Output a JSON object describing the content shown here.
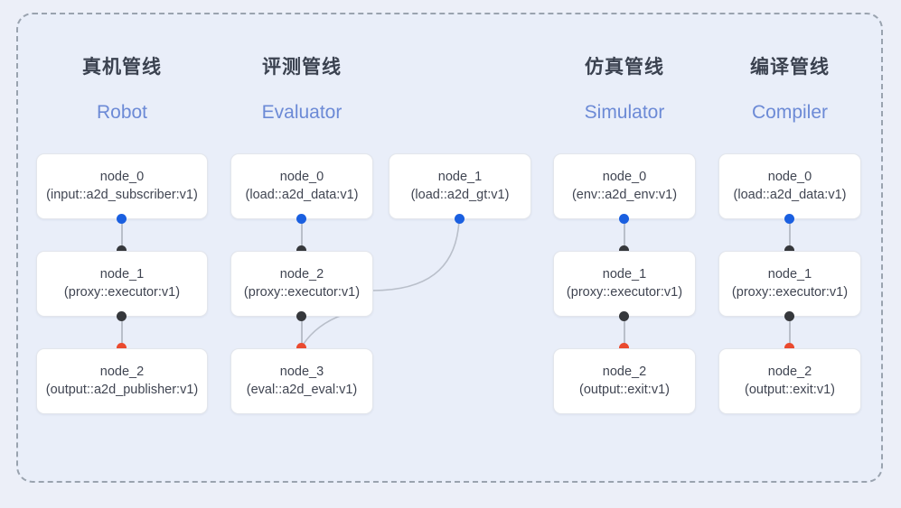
{
  "diagram": {
    "type": "pipeline-graph",
    "columns": [
      {
        "id": "robot",
        "title_cn": "真机管线",
        "title_en": "Robot",
        "nodes": [
          {
            "name": "node_0",
            "spec": "(input::a2d_subscriber:v1)"
          },
          {
            "name": "node_1",
            "spec": "(proxy::executor:v1)"
          },
          {
            "name": "node_2",
            "spec": "(output::a2d_publisher:v1)"
          }
        ]
      },
      {
        "id": "evaluator",
        "title_cn": "评测管线",
        "title_en": "Evaluator",
        "nodes": [
          {
            "name": "node_0",
            "spec": "(load::a2d_data:v1)"
          },
          {
            "name": "node_2",
            "spec": "(proxy::executor:v1)"
          },
          {
            "name": "node_3",
            "spec": "(eval::a2d_eval:v1)"
          }
        ],
        "side_nodes": [
          {
            "name": "node_1",
            "spec": "(load::a2d_gt:v1)"
          }
        ]
      },
      {
        "id": "simulator",
        "title_cn": "仿真管线",
        "title_en": "Simulator",
        "nodes": [
          {
            "name": "node_0",
            "spec": "(env::a2d_env:v1)"
          },
          {
            "name": "node_1",
            "spec": "(proxy::executor:v1)"
          },
          {
            "name": "node_2",
            "spec": "(output::exit:v1)"
          }
        ]
      },
      {
        "id": "compiler",
        "title_cn": "编译管线",
        "title_en": "Compiler",
        "nodes": [
          {
            "name": "node_0",
            "spec": "(load::a2d_data:v1)"
          },
          {
            "name": "node_1",
            "spec": "(proxy::executor:v1)"
          },
          {
            "name": "node_2",
            "spec": "(output::exit:v1)"
          }
        ]
      }
    ],
    "colors": {
      "output_port": "#1a5fe0",
      "input_port": "#36383c",
      "terminal_port": "#ea4a2f",
      "edge": "#b9bfca",
      "panel_background": "#e9eef9",
      "frame_border": "#9aa3af",
      "title_cn": "#3b4250",
      "title_en": "#6c8ad6"
    }
  }
}
